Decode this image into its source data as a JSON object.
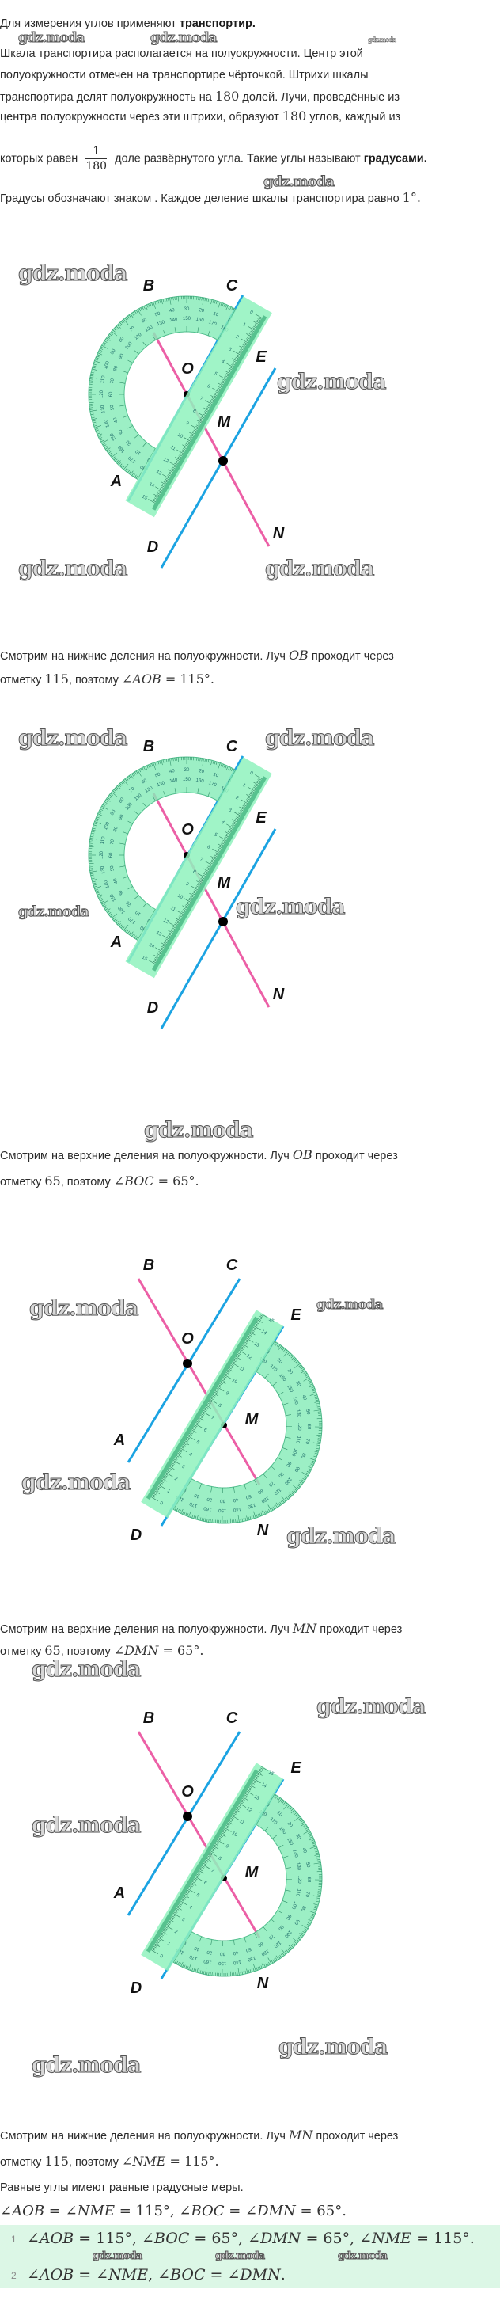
{
  "watermark": "gdz.moda",
  "intro": [
    [
      [
        "n",
        "Для измерения углов применяют "
      ],
      [
        "b",
        "транспортир."
      ]
    ],
    [
      [
        "n",
        "Шкала транспортира располагается на полуокружности. Центр этой"
      ]
    ],
    [
      [
        "n",
        "полуокружности отмечен на транспортире чёрточкой. Штрихи шкалы"
      ]
    ],
    [
      [
        "n",
        "транспортира делят полуокружность на "
      ],
      [
        "r",
        "180"
      ],
      [
        "n",
        " долей. Лучи, проведённые из"
      ]
    ],
    [
      [
        "n",
        "центра полуокружности через эти штрихи, образуют "
      ],
      [
        "r",
        "180"
      ],
      [
        "n",
        " углов, каждый из"
      ]
    ],
    [
      [
        "n",
        "которых равен "
      ],
      [
        "frac",
        "1",
        "180"
      ],
      [
        "n",
        " доле развёрнутого угла. Такие углы называют "
      ],
      [
        "b",
        "градусами."
      ]
    ],
    [
      [
        "n",
        "Градусы обозначают знаком . Каждое деление шкалы транспортира равно "
      ],
      [
        "r",
        "1°."
      ]
    ]
  ],
  "step1": [
    [
      [
        "n",
        "Смотрим на нижние деления на полуокружности. Луч "
      ],
      [
        "m",
        "OB"
      ],
      [
        "n",
        " проходит через"
      ]
    ],
    [
      [
        "n",
        "отметку "
      ],
      [
        "r",
        "115"
      ],
      [
        "n",
        ", поэтому "
      ],
      [
        "r",
        "∠"
      ],
      [
        "m",
        "AOB"
      ],
      [
        "r",
        " = 115°."
      ]
    ]
  ],
  "step2": [
    [
      [
        "n",
        "Смотрим на верхние деления на полуокружности. Луч "
      ],
      [
        "m",
        "OB"
      ],
      [
        "n",
        " проходит через"
      ]
    ],
    [
      [
        "n",
        "отметку "
      ],
      [
        "r",
        "65"
      ],
      [
        "n",
        ", поэтому "
      ],
      [
        "r",
        "∠"
      ],
      [
        "m",
        "BOC"
      ],
      [
        "r",
        " = 65°."
      ]
    ]
  ],
  "step3": [
    [
      [
        "n",
        "Смотрим на верхние деления на полуокружности. Луч "
      ],
      [
        "m",
        "MN"
      ],
      [
        "n",
        " проходит через"
      ]
    ],
    [
      [
        "n",
        "отметку "
      ],
      [
        "r",
        "65"
      ],
      [
        "n",
        ", поэтому "
      ],
      [
        "r",
        "∠"
      ],
      [
        "m",
        "DMN"
      ],
      [
        "r",
        " = 65°."
      ]
    ]
  ],
  "step4": [
    [
      [
        "n",
        "Смотрим на нижние деления на полуокружности. Луч "
      ],
      [
        "m",
        "MN"
      ],
      [
        "n",
        " проходит через"
      ]
    ],
    [
      [
        "n",
        "отметку "
      ],
      [
        "r",
        "115"
      ],
      [
        "n",
        ", поэтому "
      ],
      [
        "r",
        "∠"
      ],
      [
        "m",
        "NME"
      ],
      [
        "r",
        " = 115°."
      ]
    ],
    [
      [
        "n",
        "Равные углы имеют равные градусные меры."
      ]
    ],
    [
      [
        "r",
        "∠"
      ],
      [
        "m",
        "AOB"
      ],
      [
        "r",
        " = ∠"
      ],
      [
        "m",
        "NME"
      ],
      [
        "r",
        " = 115°, ∠"
      ],
      [
        "m",
        "BOC"
      ],
      [
        "r",
        " = ∠"
      ],
      [
        "m",
        "DMN"
      ],
      [
        "r",
        " = 65°."
      ]
    ]
  ],
  "answers": [
    {
      "num": "1",
      "text": [
        [
          "r",
          "∠"
        ],
        [
          "m",
          "AOB"
        ],
        [
          "r",
          " = 115°, ∠"
        ],
        [
          "m",
          "BOC"
        ],
        [
          "r",
          " = 65°, ∠"
        ],
        [
          "m",
          "DMN"
        ],
        [
          "r",
          " = 65°, ∠"
        ],
        [
          "m",
          "NME"
        ],
        [
          "r",
          " = 115°."
        ]
      ]
    },
    {
      "num": "2",
      "text": [
        [
          "r",
          "∠"
        ],
        [
          "m",
          "AOB"
        ],
        [
          "r",
          " = ∠"
        ],
        [
          "m",
          "NME"
        ],
        [
          "r",
          ", ∠"
        ],
        [
          "m",
          "BOC"
        ],
        [
          "r",
          " = ∠"
        ],
        [
          "m",
          "DMN"
        ],
        [
          "r",
          "."
        ]
      ]
    }
  ],
  "points": {
    "A": "A",
    "B": "B",
    "C": "C",
    "D": "D",
    "E": "E",
    "M": "M",
    "N": "N",
    "O": "O"
  },
  "protractor": {
    "scale_max": 180,
    "label_step": 10
  },
  "ruler": {
    "max_cm": 15
  },
  "colors": {
    "pink": "#ec5fa6",
    "blue": "#1ba3e2",
    "protractor": "#86ecb8",
    "ruler": "#8ff2bd",
    "answer_bg": "#dcf7e6"
  }
}
